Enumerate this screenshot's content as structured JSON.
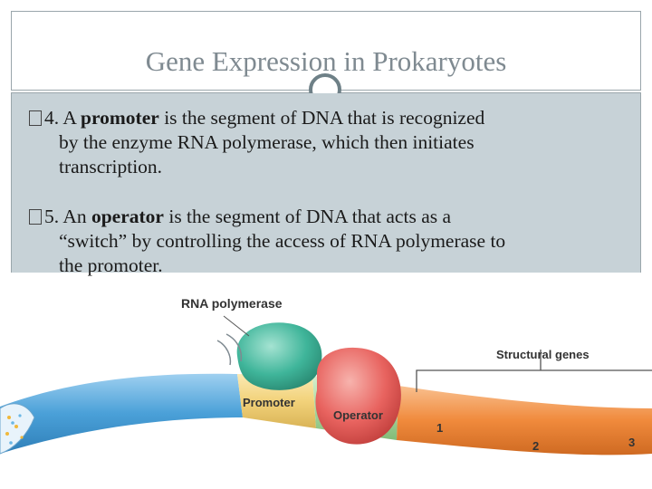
{
  "slide": {
    "title": "Gene Expression in Prokaryotes"
  },
  "bullets": [
    {
      "marker_icon": "bullet-glyph",
      "prefix": "4. A ",
      "term": "promoter",
      "rest_line1": " is the segment of DNA that is recognized",
      "line2": "by the enzyme RNA polymerase, which then initiates",
      "line3": "transcription."
    },
    {
      "marker_icon": "bullet-glyph",
      "prefix": "5. An ",
      "term": "operator",
      "rest_line1": " is the segment of DNA that acts as a",
      "line2": "“switch” by controlling the access of RNA polymerase to",
      "line3": "the promoter."
    }
  ],
  "diagram": {
    "labels": {
      "rna_polymerase": "RNA polymerase",
      "structural_genes": "Structural genes",
      "promoter": "Promoter",
      "operator": "Operator",
      "gene1": "1",
      "gene2": "2",
      "gene3": "3"
    },
    "colors": {
      "dna_blue": "#4aa0d8",
      "promoter_yellow": "#f2d27a",
      "operator_green": "#a9d8a0",
      "genes_orange": "#f08a3c",
      "polymerase_teal": "#3fb59a",
      "repressor_pink": "#e8635f"
    }
  }
}
